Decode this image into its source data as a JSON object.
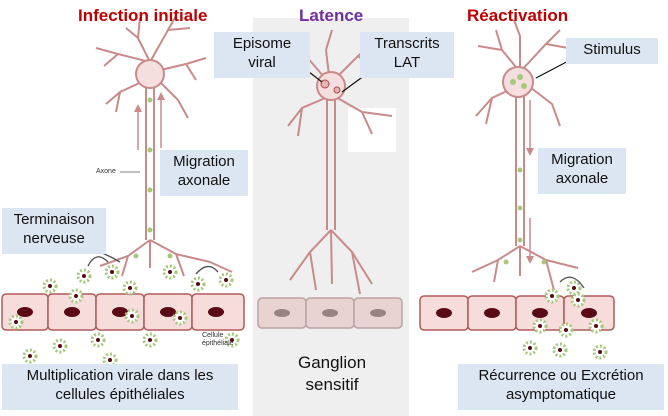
{
  "panels": {
    "initial": {
      "title": "Infection initiale",
      "title_color": "#c00000"
    },
    "latency": {
      "title": "Latence",
      "title_color": "#7030a0"
    },
    "reactivation": {
      "title": "Réactivation",
      "title_color": "#c00000"
    }
  },
  "labels": {
    "episome": "Episome viral",
    "transcrits": "Transcrits LAT",
    "stimulus": "Stimulus",
    "migration_left": "Migration axonale",
    "migration_right": "Migration axonale",
    "terminaison": "Terminaison nerveuse",
    "multiplication": "Multiplication virale dans les cellules épithéliales",
    "recurrence": "Récurrence ou Excrétion asymptomatique",
    "ganglion": "Ganglion sensitif",
    "axone": "Axone",
    "cellule": "Cellule épithéliale"
  },
  "colors": {
    "neuron": "#c98a8a",
    "nucleus_fill": "#f4dede",
    "cell_fill": "#f7dcdc",
    "cell_border": "#b25a5a",
    "cell_nucleus": "#5a0a14",
    "virus": "#a7c77a",
    "label_bg": "#dce6f2",
    "ganglion_band": "#efefef"
  }
}
